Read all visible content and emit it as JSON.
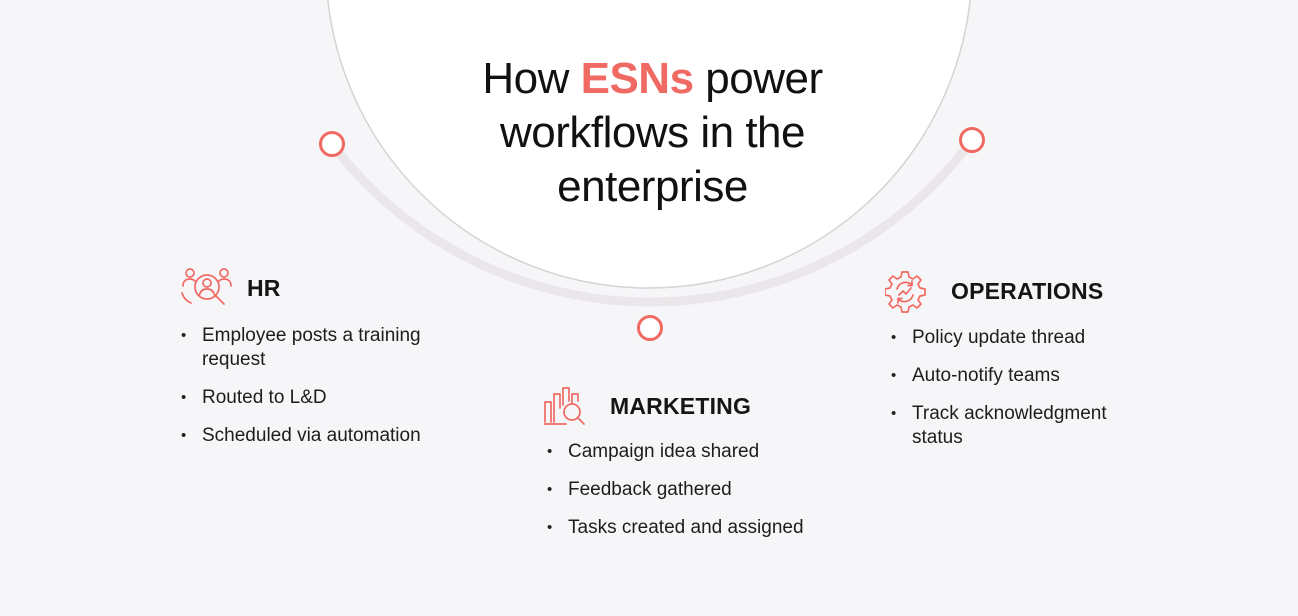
{
  "title": {
    "before": "How ",
    "accent": "ESNs",
    "after": " power workflows in the enterprise"
  },
  "colors": {
    "accent": "#f06a63",
    "background": "#f6f6f8",
    "arc": "#eae6ea",
    "text": "#151515"
  },
  "sections": [
    {
      "title": "HR",
      "icon": "people-search-icon",
      "items": [
        "Employee posts a training request",
        "Routed to L&D",
        "Scheduled via automation"
      ]
    },
    {
      "title": "MARKETING",
      "icon": "bar-chart-magnifier-icon",
      "items": [
        "Campaign idea shared",
        "Feedback gathered",
        "Tasks created and assigned"
      ]
    },
    {
      "title": "OPERATIONS",
      "icon": "gear-sync-icon",
      "items": [
        "Policy update thread",
        "Auto-notify teams",
        "Track acknowledgment status"
      ]
    }
  ]
}
